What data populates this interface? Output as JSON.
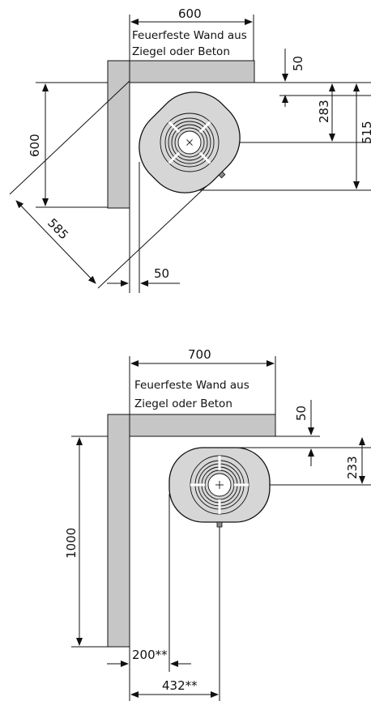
{
  "colors": {
    "wall_fill": "#c6c6c6",
    "stove_fill": "#d6d6d6",
    "line": "#111111",
    "background": "#ffffff"
  },
  "diagram_1": {
    "wall_label_line1": "Feuerfeste Wand aus",
    "wall_label_line2": "Ziegel oder Beton",
    "dim_top_width": "600",
    "dim_gap_top": "50",
    "dim_center_offset": "283",
    "dim_depth": "515",
    "dim_left_height": "600",
    "dim_diagonal": "585",
    "dim_gap_left": "50"
  },
  "diagram_2": {
    "wall_label_line1": "Feuerfeste Wand aus",
    "wall_label_line2": "Ziegel oder Beton",
    "dim_top_width": "700",
    "dim_gap_top": "50",
    "dim_center_offset": "233",
    "dim_left_height": "1000",
    "dim_gap_left": "200**",
    "dim_center_from_wall": "432**"
  }
}
